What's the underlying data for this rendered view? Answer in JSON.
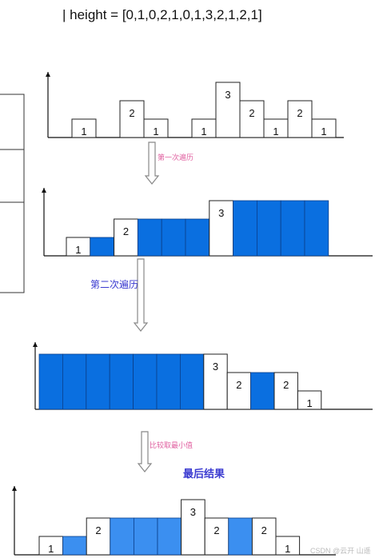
{
  "title": "| height = [0,1,0,2,1,0,1,3,2,1,2,1]",
  "colors": {
    "water_light": "#3b8ff0",
    "water_medium": "#1e7de6",
    "water_dark": "#0a6fe0",
    "bar_fill": "#ffffff",
    "bar_stroke": "#222222",
    "axis": "#111111",
    "arrow": "#888888",
    "label_pink": "#e060a0",
    "label_blue": "#3a3ad0"
  },
  "steps": [
    {
      "label": "第一次遍历",
      "label_color": "pink"
    },
    {
      "label": "第二次遍历",
      "label_color": "blue"
    },
    {
      "label": "比较取最小值",
      "label_color": "pink"
    },
    {
      "label": "最后结果",
      "label_color": "blue_bold"
    }
  ],
  "panels": [
    {
      "name": "original",
      "cells": [
        {
          "t": "gap"
        },
        {
          "t": "bar",
          "v": "1"
        },
        {
          "t": "gap"
        },
        {
          "t": "bar",
          "v": "2"
        },
        {
          "t": "bar",
          "v": "1"
        },
        {
          "t": "gap"
        },
        {
          "t": "bar",
          "v": "1"
        },
        {
          "t": "bar",
          "v": "3"
        },
        {
          "t": "bar",
          "v": "2"
        },
        {
          "t": "bar",
          "v": "1"
        },
        {
          "t": "bar",
          "v": "2"
        },
        {
          "t": "bar",
          "v": "1"
        }
      ]
    },
    {
      "name": "first-pass",
      "cells": [
        {
          "t": "bar",
          "v": "1"
        },
        {
          "t": "water",
          "h": 1
        },
        {
          "t": "bar",
          "v": "2"
        },
        {
          "t": "water",
          "h": 2
        },
        {
          "t": "water",
          "h": 2
        },
        {
          "t": "water",
          "h": 2
        },
        {
          "t": "bar",
          "v": "3"
        },
        {
          "t": "water",
          "h": 3
        },
        {
          "t": "water",
          "h": 3
        },
        {
          "t": "water",
          "h": 3
        },
        {
          "t": "water",
          "h": 3
        }
      ]
    },
    {
      "name": "second-pass",
      "cells": [
        {
          "t": "water",
          "h": 3
        },
        {
          "t": "water",
          "h": 3
        },
        {
          "t": "water",
          "h": 3
        },
        {
          "t": "water",
          "h": 3
        },
        {
          "t": "water",
          "h": 3
        },
        {
          "t": "water",
          "h": 3
        },
        {
          "t": "water",
          "h": 3
        },
        {
          "t": "bar",
          "v": "3"
        },
        {
          "t": "bar",
          "v": "2"
        },
        {
          "t": "water",
          "h": 2
        },
        {
          "t": "bar",
          "v": "2"
        },
        {
          "t": "bar",
          "v": "1"
        }
      ]
    },
    {
      "name": "final-result",
      "cells": [
        {
          "t": "bar",
          "v": "1"
        },
        {
          "t": "water",
          "h": 1
        },
        {
          "t": "bar",
          "v": "2"
        },
        {
          "t": "water",
          "h": 2
        },
        {
          "t": "water",
          "h": 2
        },
        {
          "t": "water",
          "h": 2
        },
        {
          "t": "bar",
          "v": "3"
        },
        {
          "t": "bar",
          "v": "2"
        },
        {
          "t": "water",
          "h": 2
        },
        {
          "t": "bar",
          "v": "2"
        },
        {
          "t": "bar",
          "v": "1"
        }
      ]
    }
  ],
  "watermark": "CSDN @云开 山遥"
}
